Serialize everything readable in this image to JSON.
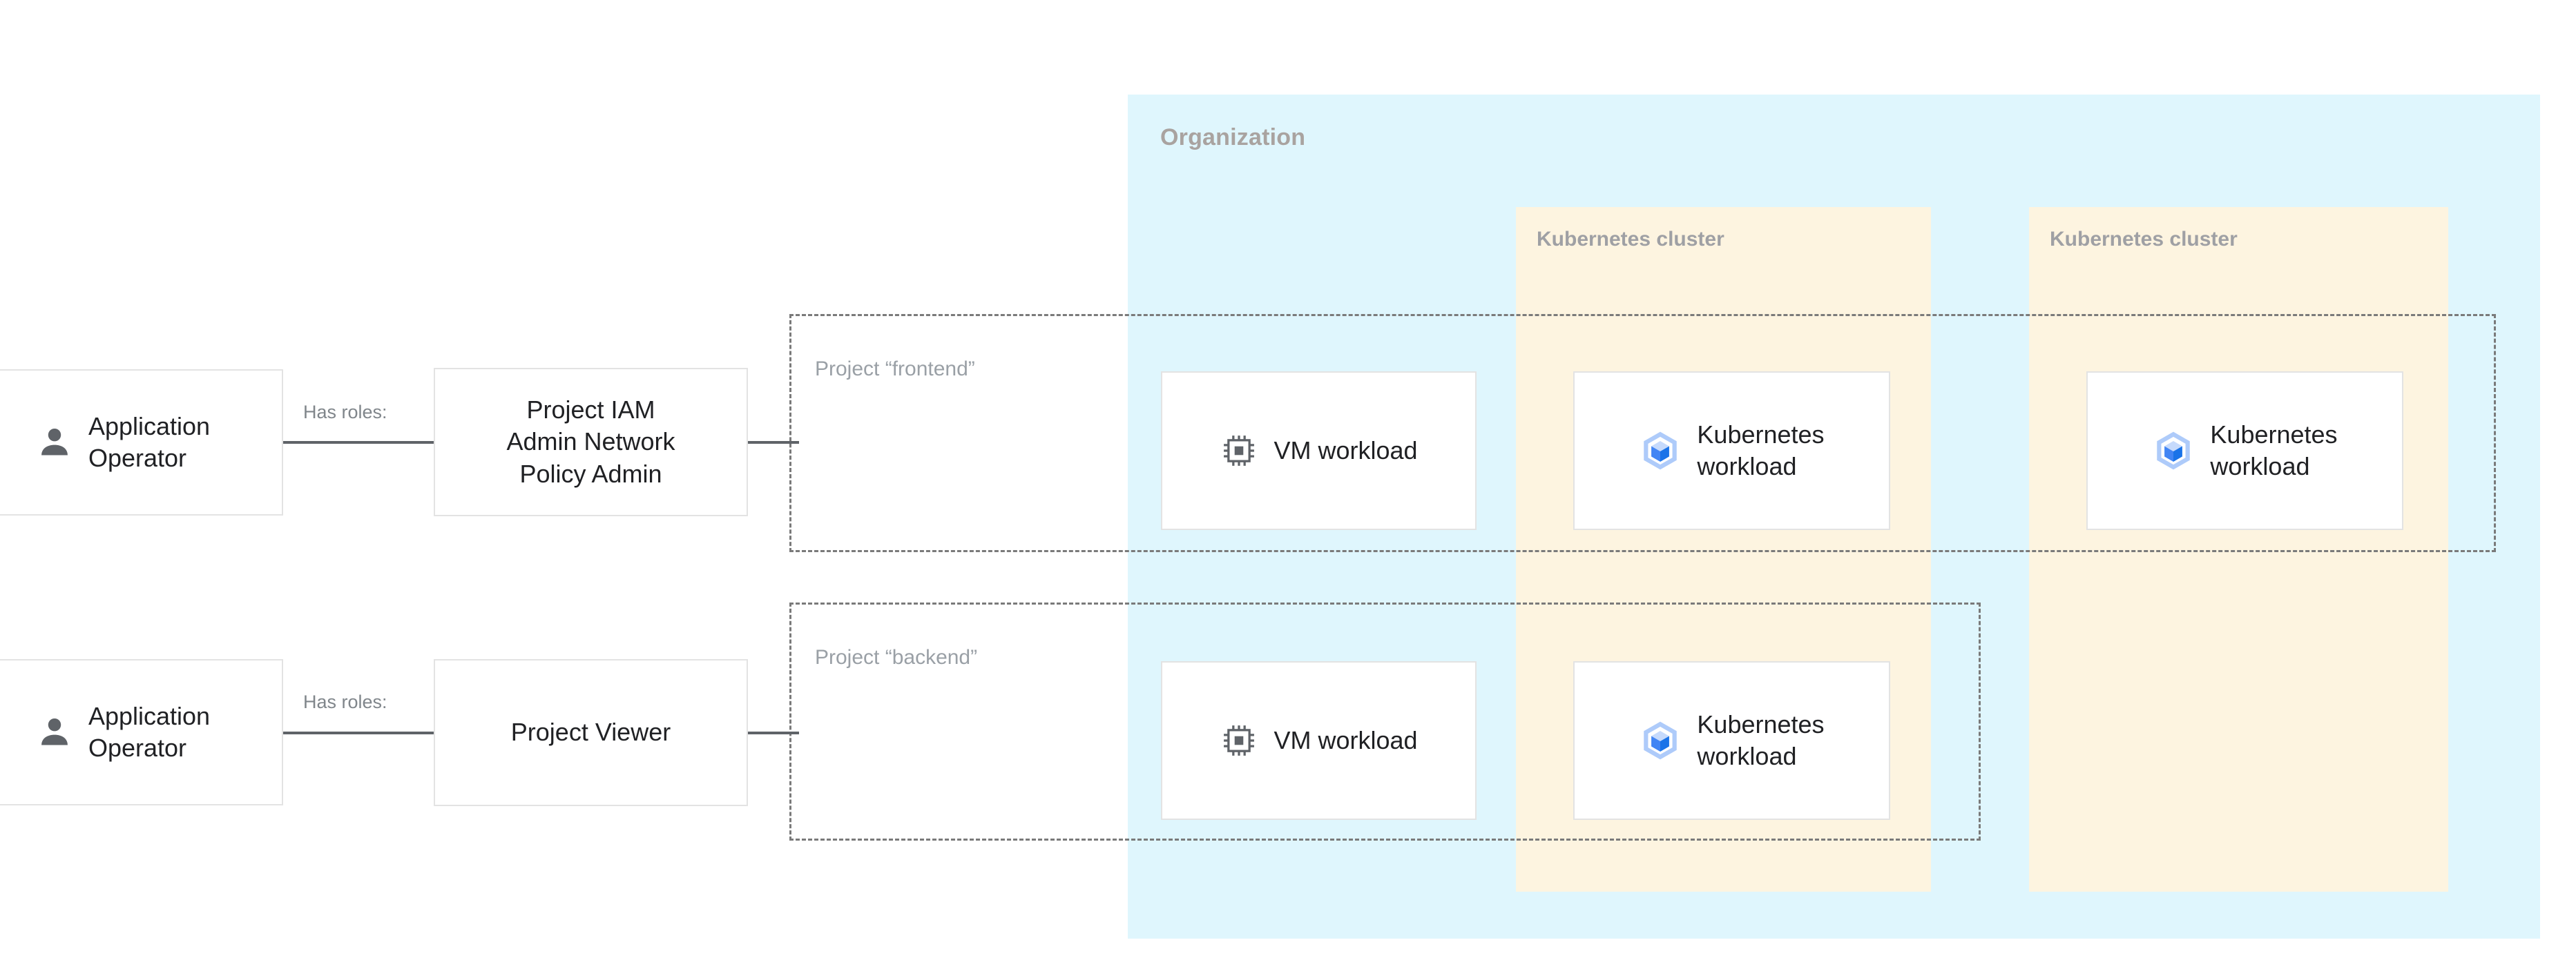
{
  "organization": {
    "label": "Organization",
    "bg_color": "#DFF6FD",
    "label_color": "#A9A3A0"
  },
  "clusters": [
    {
      "label": "Kubernetes cluster",
      "bg_color": "#FDF4E0",
      "label_color": "#9FA0A4"
    },
    {
      "label": "Kubernetes cluster",
      "bg_color": "#FDF4E0",
      "label_color": "#9FA0A4"
    }
  ],
  "projects": [
    {
      "label": "Project “frontend”",
      "border_color": "#7A7A7A",
      "label_color": "#9AA0A6"
    },
    {
      "label": "Project “backend”",
      "border_color": "#7A7A7A",
      "label_color": "#9AA0A6"
    }
  ],
  "rows": [
    {
      "operator": {
        "label": "Application\nOperator",
        "icon": "person-icon"
      },
      "edge_label": "Has roles:",
      "role": {
        "label": "Project IAM\nAdmin Network\nPolicy Admin"
      }
    },
    {
      "operator": {
        "label": "Application\nOperator",
        "icon": "person-icon"
      },
      "edge_label": "Has roles:",
      "role": {
        "label": "Project Viewer"
      }
    }
  ],
  "workloads": [
    {
      "id": "vm-frontend",
      "label": "VM workload",
      "icon": "vm-chip-icon"
    },
    {
      "id": "k8s-frontend",
      "label": "Kubernetes\nworkload",
      "icon": "kubernetes-icon"
    },
    {
      "id": "k8s-frontend-2",
      "label": "Kubernetes\nworkload",
      "icon": "kubernetes-icon"
    },
    {
      "id": "vm-backend",
      "label": "VM workload",
      "icon": "vm-chip-icon"
    },
    {
      "id": "k8s-backend",
      "label": "Kubernetes\nworkload",
      "icon": "kubernetes-icon"
    }
  ],
  "colors": {
    "card_border": "#E3E3E3",
    "connector": "#5F6368",
    "text": "#202124",
    "muted_text": "#80868B",
    "k8s_blue_light": "#AECBFA",
    "k8s_blue": "#4285F4",
    "k8s_blue_dark": "#1A73E8",
    "icon_gray": "#5F6368"
  }
}
